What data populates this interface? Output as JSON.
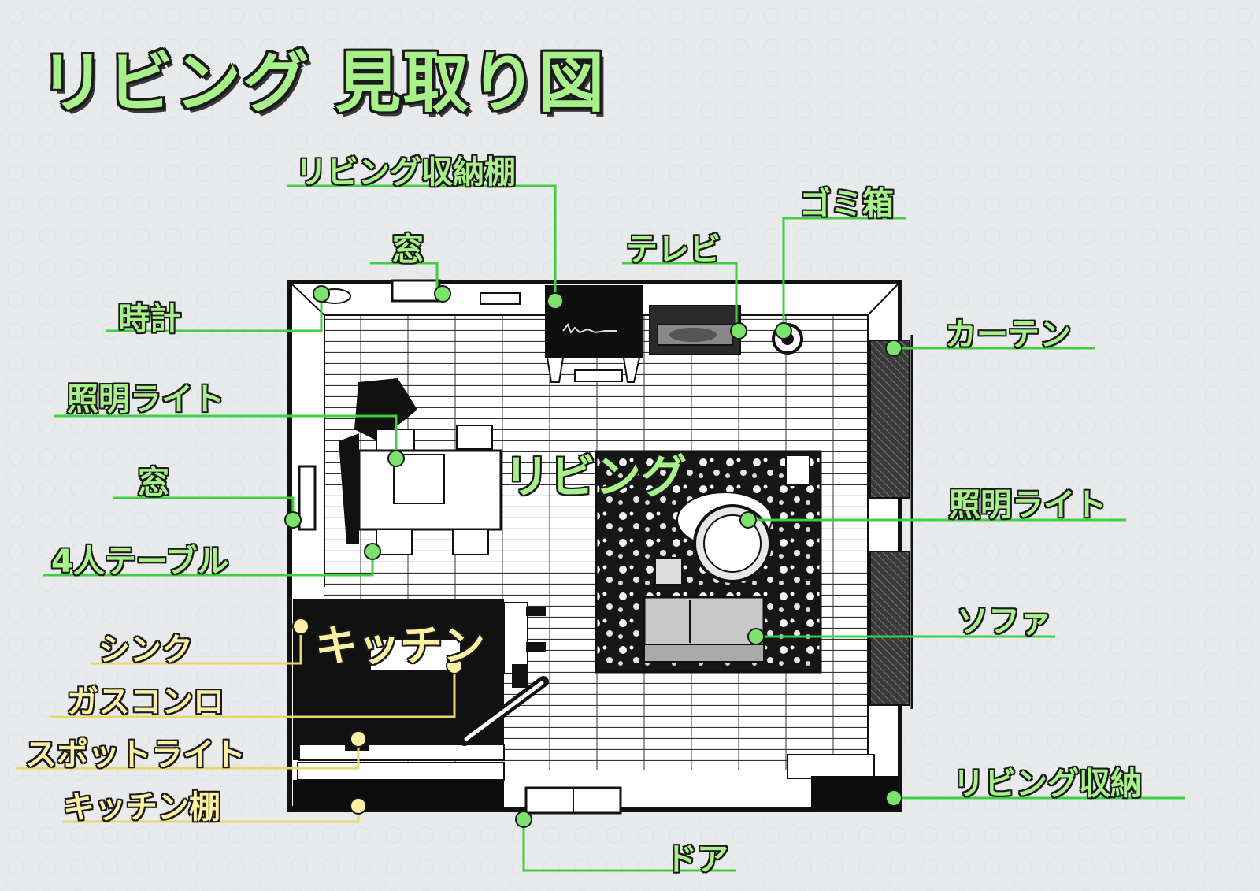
{
  "title": "リビング 見取り図",
  "colors": {
    "green": "#a8f08a",
    "green_line": "#3fcf3f",
    "yellow": "#fbf0a4",
    "yellow_line": "#e9d66a",
    "ink": "#1a1a1a"
  },
  "rooms": {
    "living": "リビング",
    "kitchen": "キッチン"
  },
  "labels": {
    "living_storage_shelf": "リビング収納棚",
    "window_top": "窓",
    "clock": "時計",
    "tv": "テレビ",
    "trash": "ゴミ箱",
    "curtain": "カーテン",
    "light_dining": "照明ライト",
    "window_left": "窓",
    "table4": "4人テーブル",
    "light_living": "照明ライト",
    "sofa": "ソファ",
    "sink": "シンク",
    "gas_stove": "ガスコンロ",
    "spotlight": "スポットライト",
    "kitchen_shelf": "キッチン棚",
    "living_storage": "リビング収納",
    "door": "ドア"
  }
}
